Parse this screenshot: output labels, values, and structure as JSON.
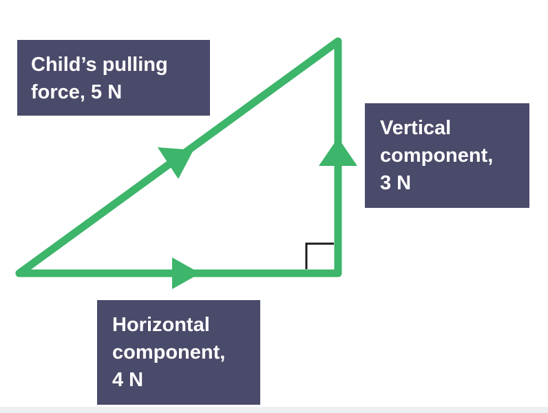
{
  "colors": {
    "vector": "#3db56a",
    "label_bg": "#4a4a6a",
    "label_text": "#ffffff",
    "right_angle": "#1a1a1a",
    "background": "#ffffff"
  },
  "labels": {
    "pulling_force": [
      "Child’s pulling",
      "force, 5 N"
    ],
    "vertical_component": [
      "Vertical",
      "component,",
      "3 N"
    ],
    "horizontal_component": [
      "Horizontal",
      "component,",
      "4 N"
    ]
  }
}
